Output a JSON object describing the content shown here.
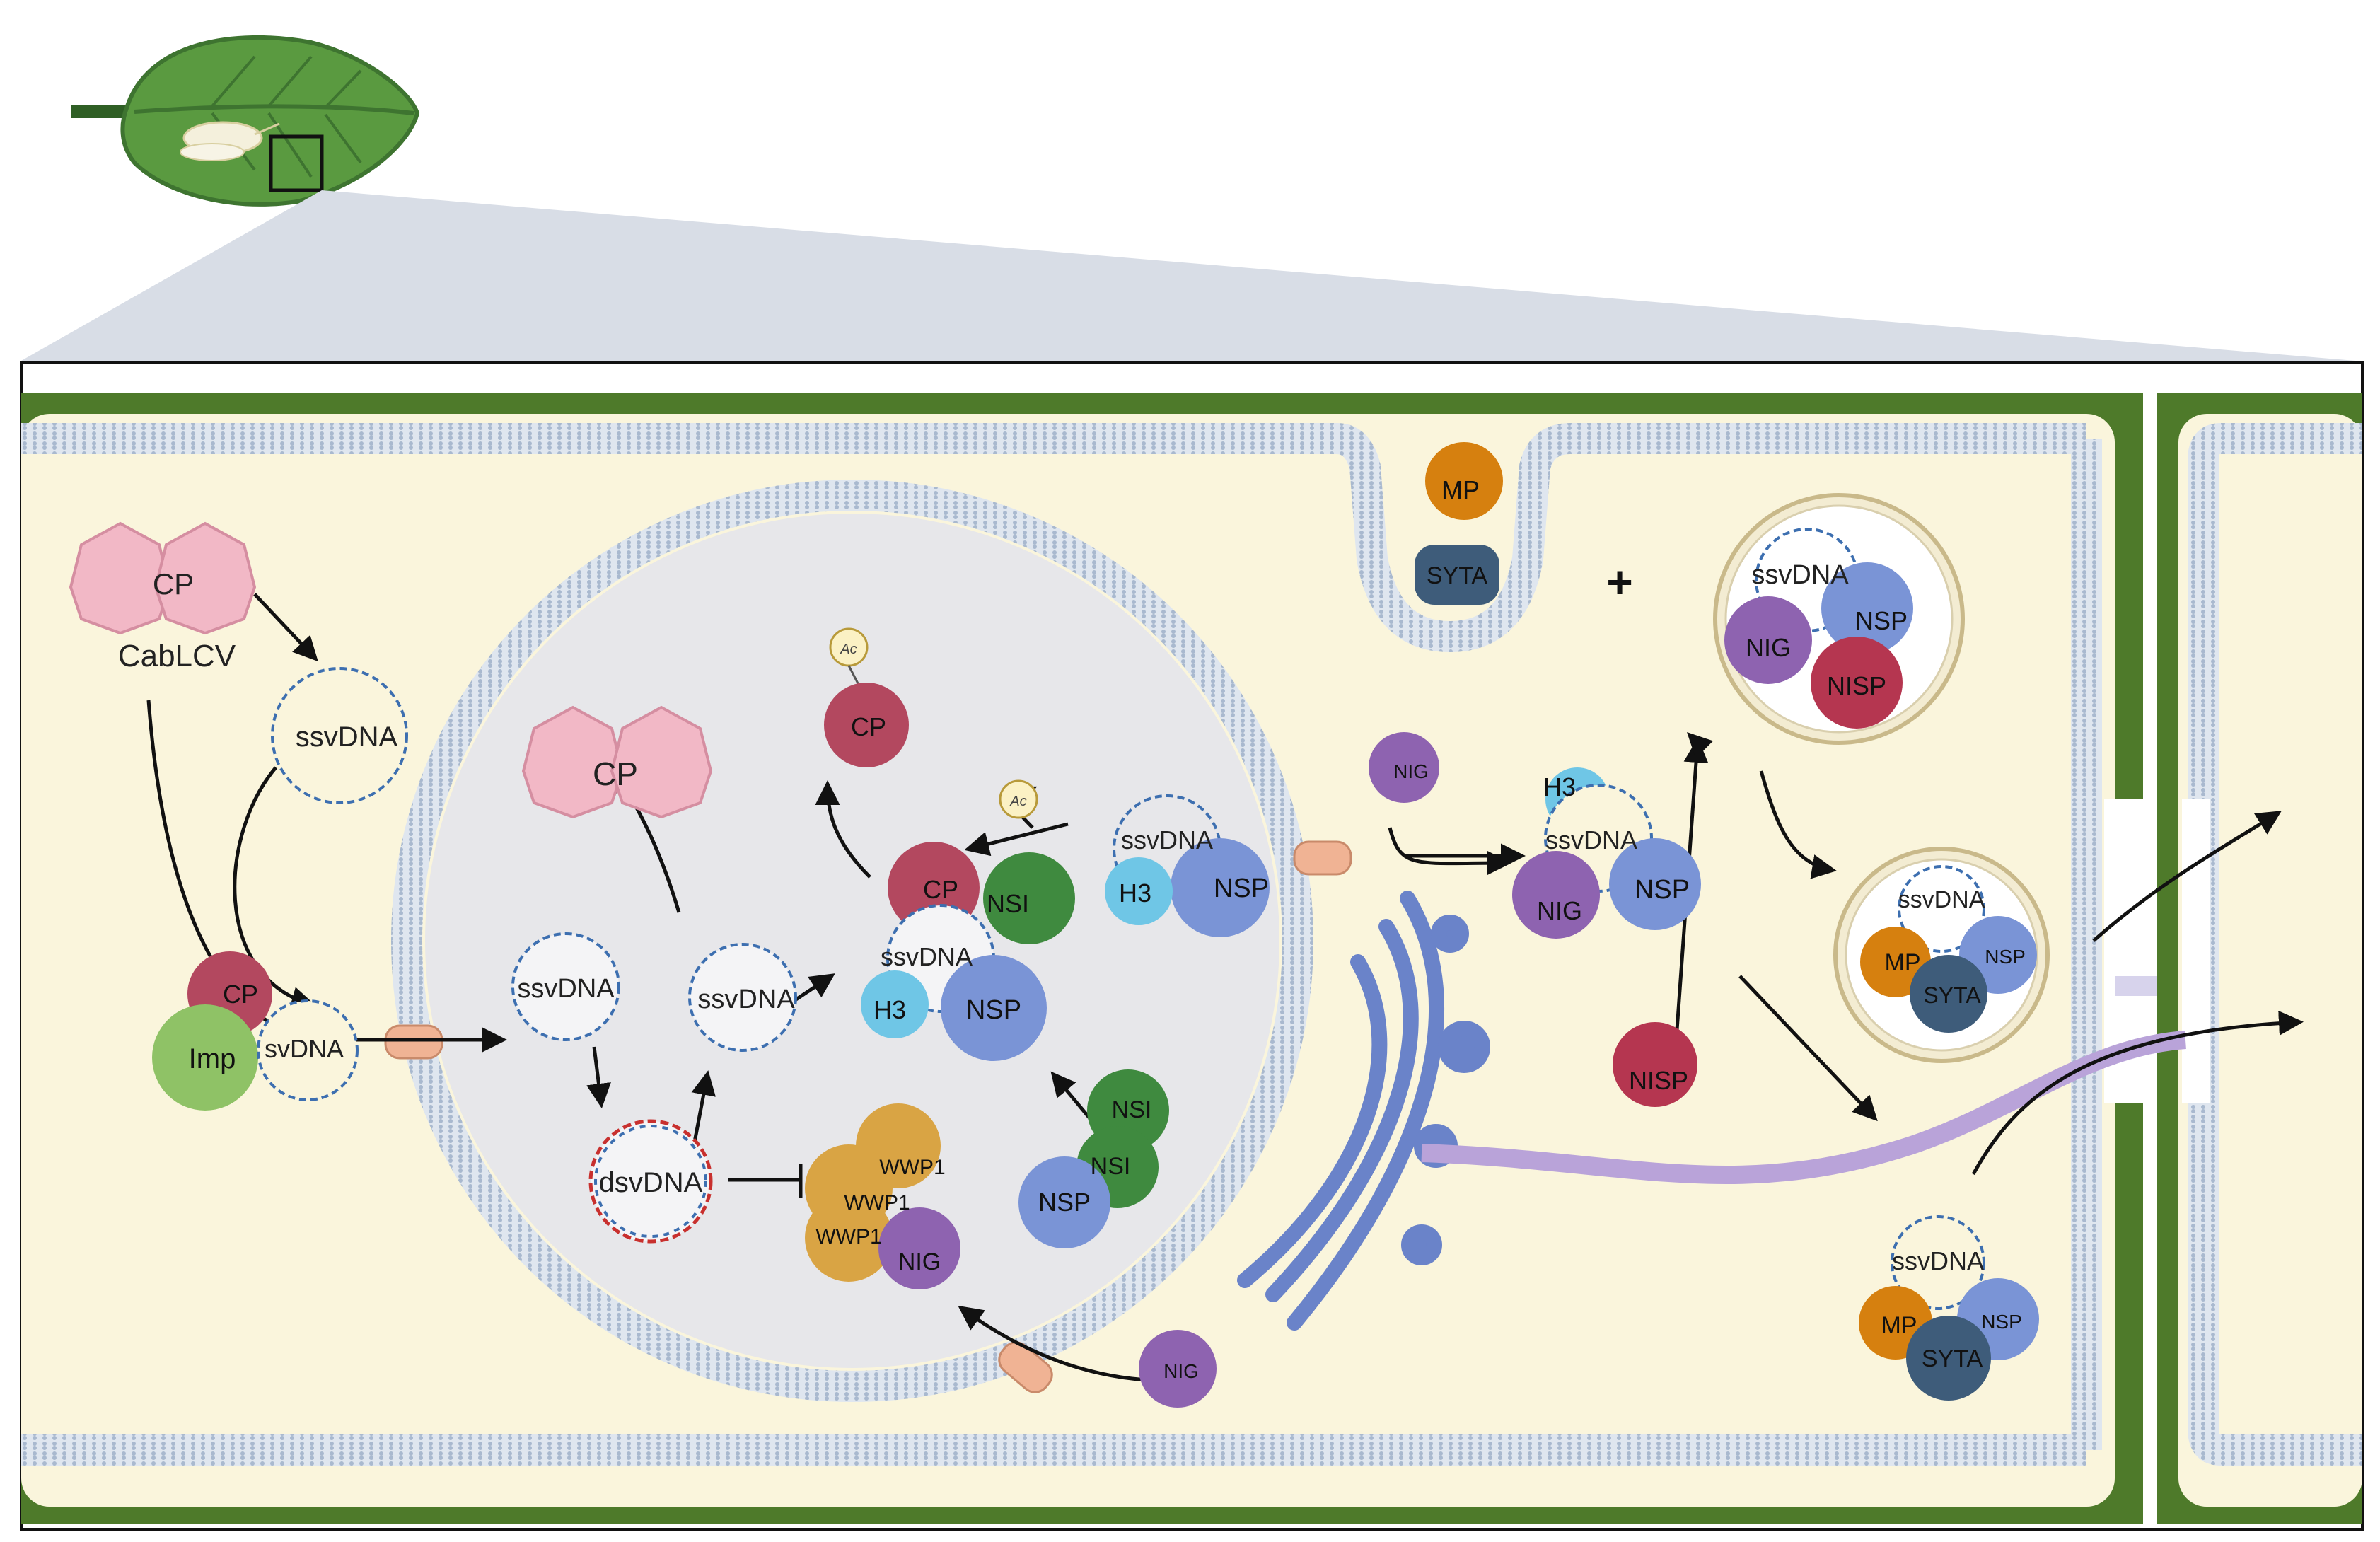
{
  "colors": {
    "cell_wall": "#4e7a2a",
    "cytoplasm": "#faf5dc",
    "nucleus": "#e6e6e9",
    "membrane": "#a9b9cf",
    "cp_capsid": "#f2b8c6",
    "cp_protein": "#b3485f",
    "nsp": "#7a94d6",
    "nsi": "#3f8a3f",
    "nig": "#8e63b0",
    "nisp": "#b53650",
    "mp": "#d6800f",
    "syta": "#3e5c7a",
    "imp": "#8fc266",
    "h3": "#6fc6e6",
    "wwp1": "#d9a444",
    "channel": "#f0b394",
    "plasmodesma_tube": "#b9a3d9",
    "leaf": "#5a9a40"
  },
  "icons": [
    "leaf-icon",
    "whitefly-icon",
    "ssvdna-circle-icon",
    "dsvdna-circle-icon",
    "capsid-icon",
    "acetyl-icon",
    "vesicle-icon",
    "golgi-icon",
    "plasmodesma-icon",
    "channel-icon"
  ],
  "labels": {
    "virion_cp": "CP",
    "virion_name": "CabLCV",
    "ss_released": "ssvDNA",
    "imp_complex_cp": "CP",
    "imp_complex_imp": "Imp",
    "imp_complex_dna": "svDNA",
    "nuc_ssvdna_1": "ssvDNA",
    "nuc_dsvdna": "dsvDNA",
    "nuc_ssvdna_2": "ssvDNA",
    "nuc_capsid_cp": "CP",
    "ac_top": "Ac",
    "cp_top": "CP",
    "ac_mid": "Ac",
    "complex_cp": "CP",
    "complex_nsi": "NSI",
    "complex_ssvdna": "ssvDNA",
    "complex_h3": "H3",
    "complex_nsp": "NSP",
    "nuc_right_ssvdna": "ssvDNA",
    "nuc_right_h3": "H3",
    "nuc_right_nsp": "NSP",
    "wwp1_a": "WWP1",
    "wwp1_b": "WWP1",
    "wwp1_c": "WWP1",
    "wwp1_nig": "NIG",
    "nsi_a": "NSI",
    "nsi_b": "NSI",
    "nsi_nsp": "NSP",
    "nig_bottom": "NIG",
    "nig_cyto": "NIG",
    "cyto_h3": "H3",
    "cyto_ssvdna": "ssvDNA",
    "cyto_nig": "NIG",
    "cyto_nsp": "NSP",
    "mp_top": "MP",
    "syta_top": "SYTA",
    "plus": "+",
    "ves1_ssvdna": "ssvDNA",
    "ves1_nsp": "NSP",
    "ves1_nig": "NIG",
    "ves1_nisp": "NISP",
    "nisp_free": "NISP",
    "ves2_ssvdna": "ssvDNA",
    "ves2_mp": "MP",
    "ves2_nsp": "NSP",
    "ves2_syta": "SYTA",
    "bot_ssvdna": "ssvDNA",
    "bot_mp": "MP",
    "bot_nsp": "NSP",
    "bot_syta": "SYTA"
  }
}
